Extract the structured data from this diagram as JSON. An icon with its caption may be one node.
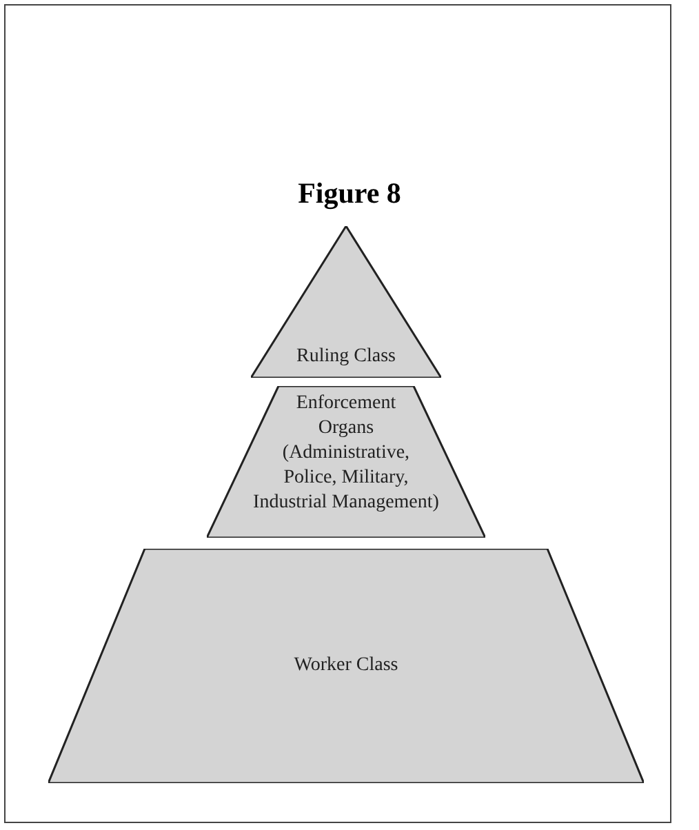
{
  "diagram": {
    "title": "Figure 8",
    "nodes": [
      {
        "text": [
          "Ruling Class"
        ]
      },
      {
        "text": [
          "Enforcement Organs (Administrative, Police, Military, Industrial Management)"
        ]
      },
      {
        "text": [
          "Worker Class"
        ]
      }
    ]
  }
}
